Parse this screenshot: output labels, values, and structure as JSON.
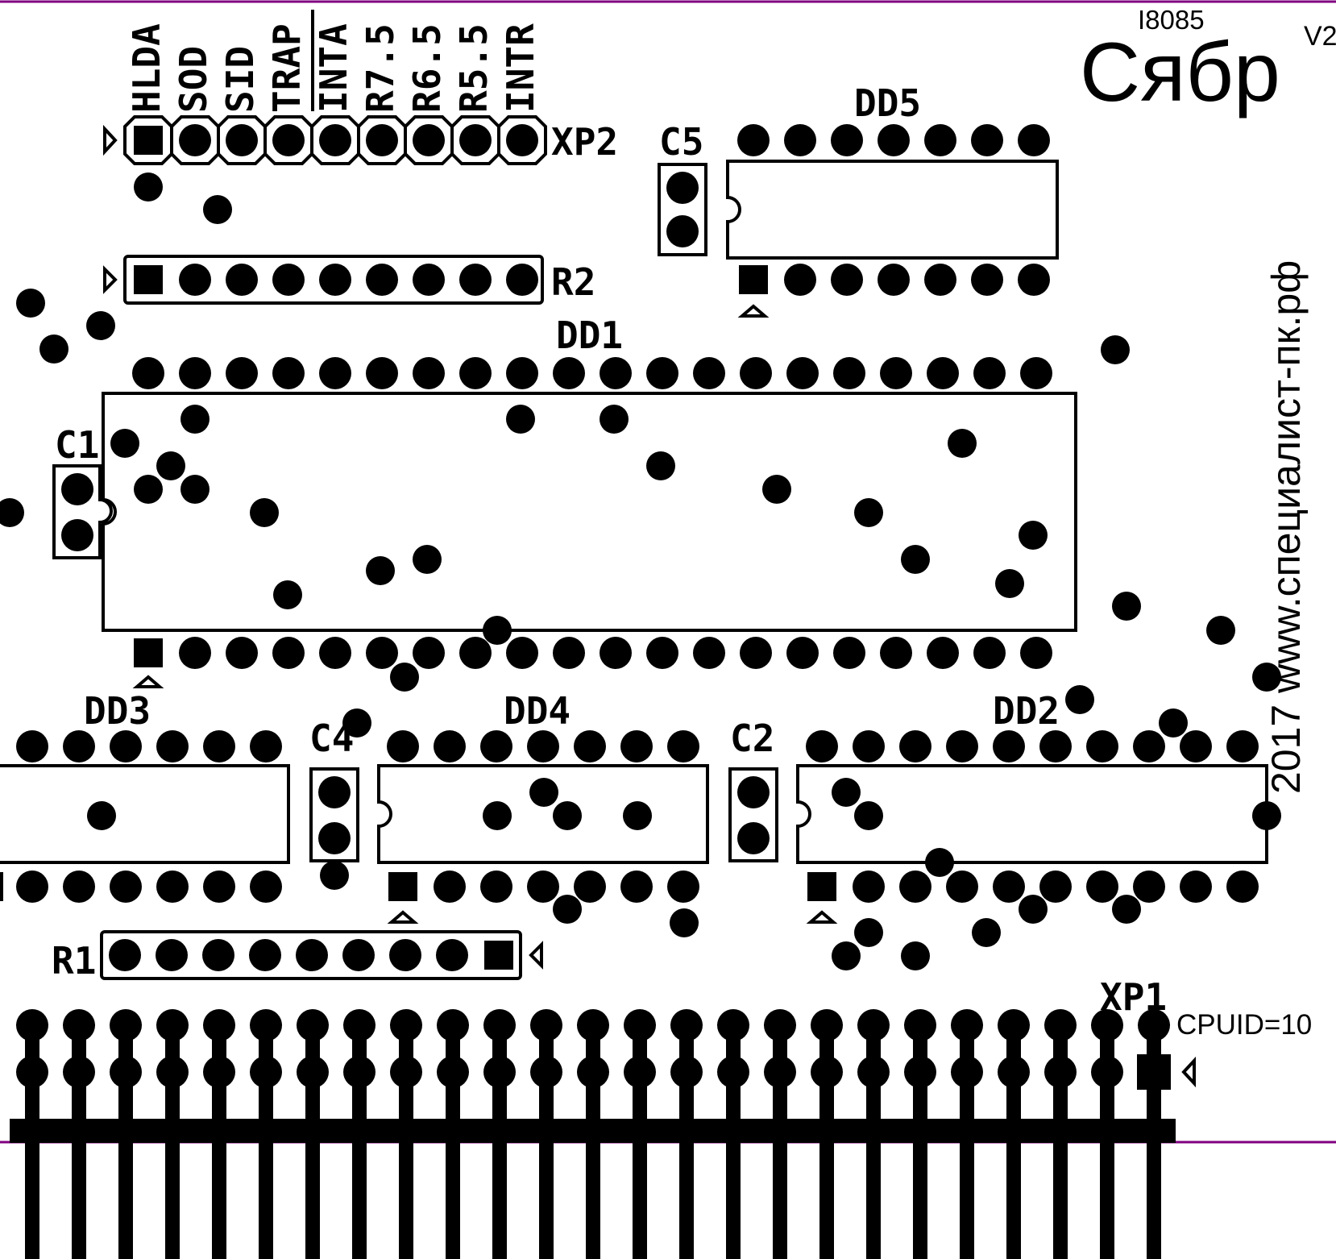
{
  "title": {
    "chip": "I8085",
    "name": "Сябр",
    "version": "V2",
    "site_vertical": "2017 www.специалист-пк.рф",
    "cpuid": "CPUID=10"
  },
  "colors": {
    "silkscreen": "#000000",
    "board_edge": "#800080",
    "background": "#ffffff"
  },
  "xp2": {
    "label": "XP2",
    "signals": [
      "HLDA",
      "SOD",
      "SID",
      "TRAP",
      "INTA",
      "R7.5",
      "R6.5",
      "R5.5",
      "INTR"
    ]
  },
  "r2": {
    "label": "R2"
  },
  "r1": {
    "label": "R1"
  },
  "xp1": {
    "label": "XP1"
  },
  "chips": {
    "dd1": "DD1",
    "dd2": "DD2",
    "dd3": "DD3",
    "dd4": "DD4",
    "dd5": "DD5"
  },
  "caps": {
    "c1": "C1",
    "c2": "C2",
    "c4": "C4",
    "c5": "C5"
  }
}
